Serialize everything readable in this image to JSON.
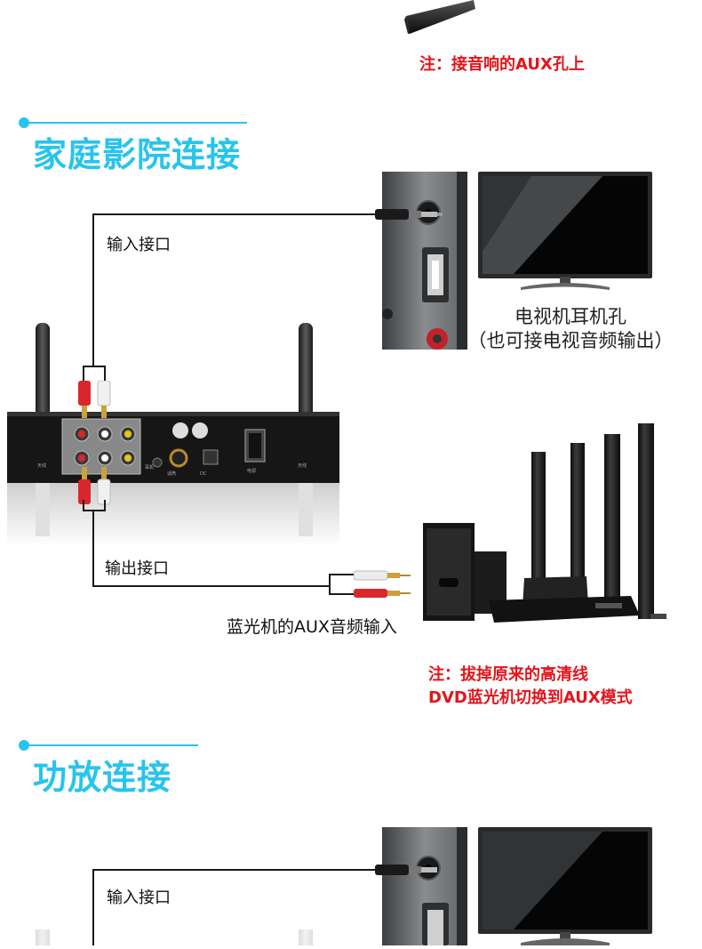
{
  "top_note": "注：接音响的AUX孔上",
  "sections": [
    {
      "title": "家庭影院连接"
    },
    {
      "title": "功放连接"
    }
  ],
  "home_theater": {
    "input_label": "输入接口",
    "output_label": "输出接口",
    "tv_caption_line1": "电视机耳机孔",
    "tv_caption_line2": "（也可接电视音频输出）",
    "bluray_aux_label": "蓝光机的AUX音频输入",
    "note_line1": "注：拔掉原来的高清线",
    "note_line2": "DVD蓝光机切换到AUX模式"
  },
  "amp": {
    "input_label": "输入接口"
  },
  "colors": {
    "accent": "#27c4ee",
    "note_red": "#e4141b",
    "rca_red": "#d9272e",
    "rca_white": "#f0f0f0"
  }
}
